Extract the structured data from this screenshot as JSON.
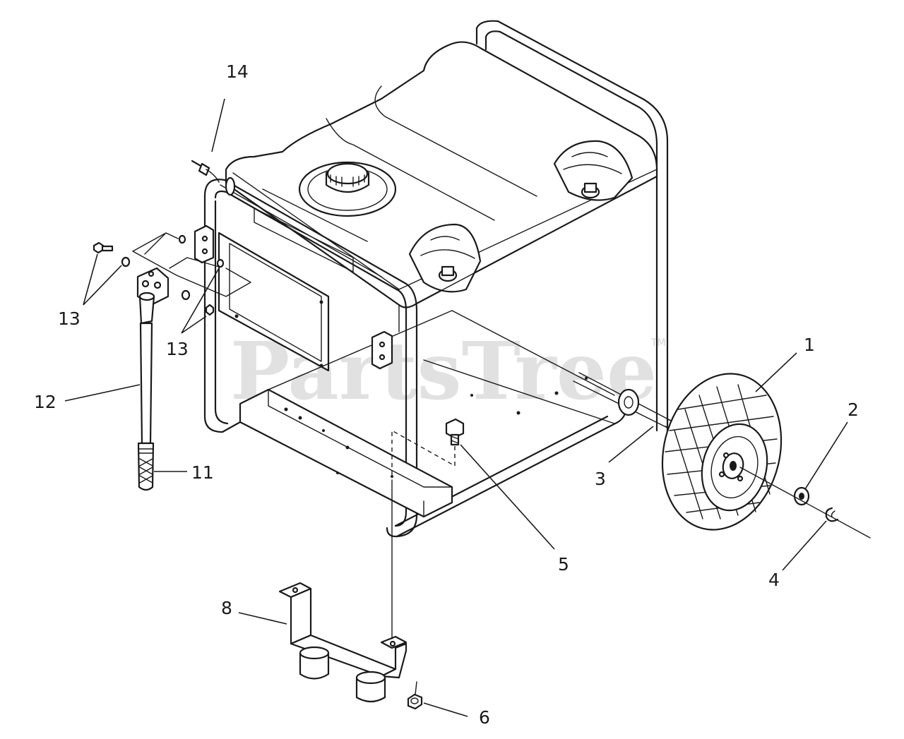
{
  "watermark": {
    "text": "PartsTree",
    "trademark": "TM"
  },
  "callouts": [
    {
      "id": "callout-1",
      "label": "1"
    },
    {
      "id": "callout-2",
      "label": "2"
    },
    {
      "id": "callout-3",
      "label": "3"
    },
    {
      "id": "callout-4",
      "label": "4"
    },
    {
      "id": "callout-5",
      "label": "5"
    },
    {
      "id": "callout-6",
      "label": "6"
    },
    {
      "id": "callout-8",
      "label": "8"
    },
    {
      "id": "callout-11",
      "label": "11"
    },
    {
      "id": "callout-12",
      "label": "12"
    },
    {
      "id": "callout-13-upper",
      "label": "13"
    },
    {
      "id": "callout-13-lower",
      "label": "13"
    },
    {
      "id": "callout-14",
      "label": "14"
    }
  ]
}
